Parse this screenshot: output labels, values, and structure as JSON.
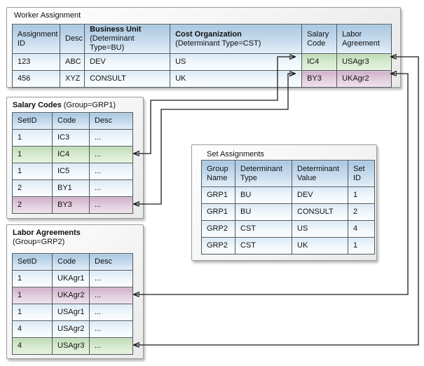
{
  "panels": {
    "worker_assignment": {
      "title": "Worker Assignment",
      "header": [
        "Assignment ID",
        "Desc",
        {
          "text": "Business Unit",
          "bold": true,
          "sub": "(Determinant Type=BU)"
        },
        {
          "text": "Cost Organization",
          "bold": true,
          "sub": "(Determinant Type=CST)"
        },
        "Salary Code",
        "Labor Agreement"
      ],
      "rows": [
        {
          "cells": [
            "123",
            "ABC",
            "DEV",
            "US",
            "IC4",
            "USAgr3"
          ],
          "highlights": [
            null,
            null,
            null,
            null,
            "green",
            "green"
          ]
        },
        {
          "cells": [
            "456",
            "XYZ",
            "CONSULT",
            "UK",
            "BY3",
            "UKAgr2"
          ],
          "highlights": [
            null,
            null,
            null,
            null,
            "pink",
            "pink"
          ]
        }
      ]
    },
    "salary_codes": {
      "title_bold": "Salary Codes",
      "title_rest": " (Group=GRP1)",
      "header": [
        "SetID",
        "Code",
        "Desc"
      ],
      "rows": [
        {
          "cells": [
            "1",
            "IC3",
            "..."
          ]
        },
        {
          "cells": [
            "1",
            "IC4",
            "..."
          ],
          "highlight": "green"
        },
        {
          "cells": [
            "1",
            "IC5",
            "..."
          ]
        },
        {
          "cells": [
            "2",
            "BY1",
            "..."
          ]
        },
        {
          "cells": [
            "2",
            "BY3",
            "..."
          ],
          "highlight": "pink"
        }
      ]
    },
    "labor_agreements": {
      "title_bold": "Labor Agreements",
      "title_rest": "(Group=GRP2)",
      "header": [
        "SetID",
        "Code",
        "Desc"
      ],
      "rows": [
        {
          "cells": [
            "1",
            "UKAgr1",
            "..."
          ]
        },
        {
          "cells": [
            "1",
            "UKAgr2",
            "..."
          ],
          "highlight": "pink"
        },
        {
          "cells": [
            "1",
            "USAgr1",
            "..."
          ]
        },
        {
          "cells": [
            "4",
            "USAgr2",
            "..."
          ]
        },
        {
          "cells": [
            "4",
            "USAgr3",
            "..."
          ],
          "highlight": "green"
        }
      ]
    },
    "set_assignments": {
      "title": "Set Assignments",
      "header": [
        "Group Name",
        "Determinant Type",
        "Determinant Value",
        "Set ID"
      ],
      "rows": [
        {
          "cells": [
            "GRP1",
            "BU",
            "DEV",
            "1"
          ]
        },
        {
          "cells": [
            "GRP1",
            "BU",
            "CONSULT",
            "2"
          ]
        },
        {
          "cells": [
            "GRP2",
            "CST",
            "US",
            "4"
          ]
        },
        {
          "cells": [
            "GRP2",
            "CST",
            "UK",
            "1"
          ]
        }
      ]
    }
  },
  "connectors": [
    {
      "id": "ic4",
      "from": "worker_assignment.salary_code.IC4",
      "to": "salary_codes.row.IC4",
      "arrows": "both"
    },
    {
      "id": "by3",
      "from": "worker_assignment.salary_code.BY3",
      "to": "salary_codes.row.BY3",
      "arrows": "both"
    },
    {
      "id": "usagr3",
      "from": "worker_assignment.labor_agreement.USAgr3",
      "to": "labor_agreements.row.USAgr3",
      "arrows": "both"
    },
    {
      "id": "ukagr2",
      "from": "worker_assignment.labor_agreement.UKAgr2",
      "to": "labor_agreements.row.UKAgr2",
      "arrows": "both"
    }
  ],
  "colors": {
    "header_blue_top": "#a9c7e0",
    "header_blue_bottom": "#e4eff8",
    "row_blue_top": "#dbeaf6",
    "row_blue_bottom": "#fcfeff",
    "highlight_green_top": "#bedcb5",
    "highlight_green_bottom": "#e8f3e0",
    "highlight_pink_top": "#cfb0ca",
    "highlight_pink_bottom": "#efe4ed",
    "grid_line": "#4e585f",
    "connector_line": "#1a1a1a"
  }
}
